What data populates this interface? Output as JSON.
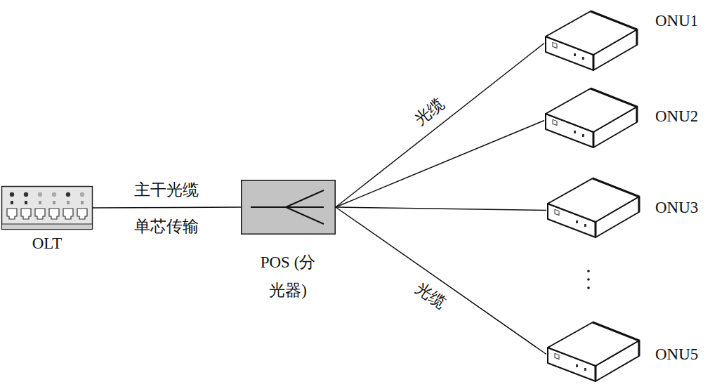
{
  "diagram": {
    "nodes": [
      {
        "text": [
          "OLT"
        ]
      },
      {
        "text": [
          "POS (分光器)"
        ]
      },
      {
        "text": [
          "ONU1"
        ]
      },
      {
        "text": [
          "ONU2"
        ]
      },
      {
        "text": [
          "ONU3"
        ]
      },
      {
        "text": [
          "ONU5"
        ]
      }
    ],
    "edges": [
      {
        "from": 0,
        "to": 1,
        "arrow": "none",
        "label": "主干光缆"
      },
      {
        "from": 1,
        "to": 2,
        "arrow": "none",
        "label": "光缆"
      },
      {
        "from": 1,
        "to": 3,
        "arrow": "none"
      },
      {
        "from": 1,
        "to": 4,
        "arrow": "none"
      },
      {
        "from": 1,
        "to": 5,
        "arrow": "none",
        "label": "光缆"
      }
    ],
    "labels": [
      "单芯传输"
    ]
  }
}
